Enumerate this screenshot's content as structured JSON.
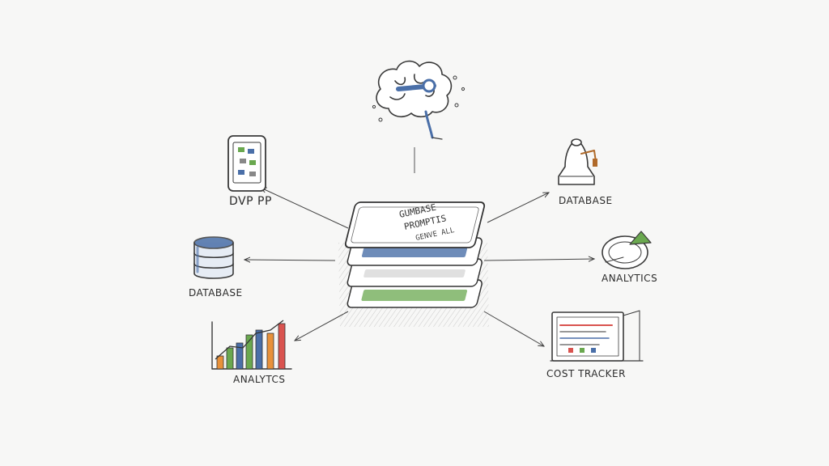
{
  "diagram": {
    "hub": {
      "lines": [
        "GUMBASE",
        "PROMPTIS",
        "GENVE ALL"
      ]
    },
    "nodes": [
      {
        "id": "brain",
        "icon": "brain-icon",
        "label": ""
      },
      {
        "id": "app",
        "icon": "phone-icon",
        "label": "DVP PP"
      },
      {
        "id": "database-right",
        "icon": "bell-icon",
        "label": "DATABASE"
      },
      {
        "id": "database-left",
        "icon": "database-icon",
        "label": "DATABASE"
      },
      {
        "id": "analytics-right",
        "icon": "pie-chart-icon",
        "label": "ANALYTICS"
      },
      {
        "id": "analytics-left",
        "icon": "bar-chart-icon",
        "label": "ANALYTCS"
      },
      {
        "id": "cost-tracker",
        "icon": "monitor-icon",
        "label": "COST TRACKER"
      }
    ],
    "colors": {
      "ink": "#3a3a3a",
      "blue": "#4a6fa8",
      "green": "#6aa84f",
      "orange": "#e8913a",
      "red": "#d9534f"
    }
  }
}
